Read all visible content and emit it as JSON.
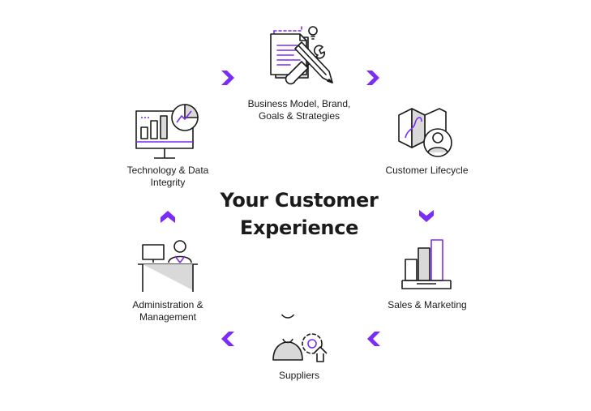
{
  "title": {
    "line1": "Your Customer",
    "line2": "Experience"
  },
  "nodes": [
    {
      "id": "business-model",
      "line1": "Business Model, Brand,",
      "line2": "Goals & Strategies"
    },
    {
      "id": "customer-lifecycle",
      "line1": "Customer Lifecycle",
      "line2": ""
    },
    {
      "id": "sales-marketing",
      "line1": "Sales & Marketing",
      "line2": ""
    },
    {
      "id": "suppliers",
      "line1": "Suppliers",
      "line2": ""
    },
    {
      "id": "administration",
      "line1": "Administration &",
      "line2": "Management"
    },
    {
      "id": "technology",
      "line1": "Technology & Data",
      "line2": "Integrity"
    }
  ],
  "colors": {
    "accent": "#7b2cf5",
    "line": "#1b1b1b",
    "shade": "#d9d9d9",
    "text": "#1b1b1b"
  },
  "icons": {
    "business-model": "document-pencil-wrench-icon",
    "customer-lifecycle": "map-person-icon",
    "sales-marketing": "bar-chart-icon",
    "suppliers": "person-gear-icon",
    "administration": "desk-worker-icon",
    "technology": "monitor-dashboard-icon"
  }
}
